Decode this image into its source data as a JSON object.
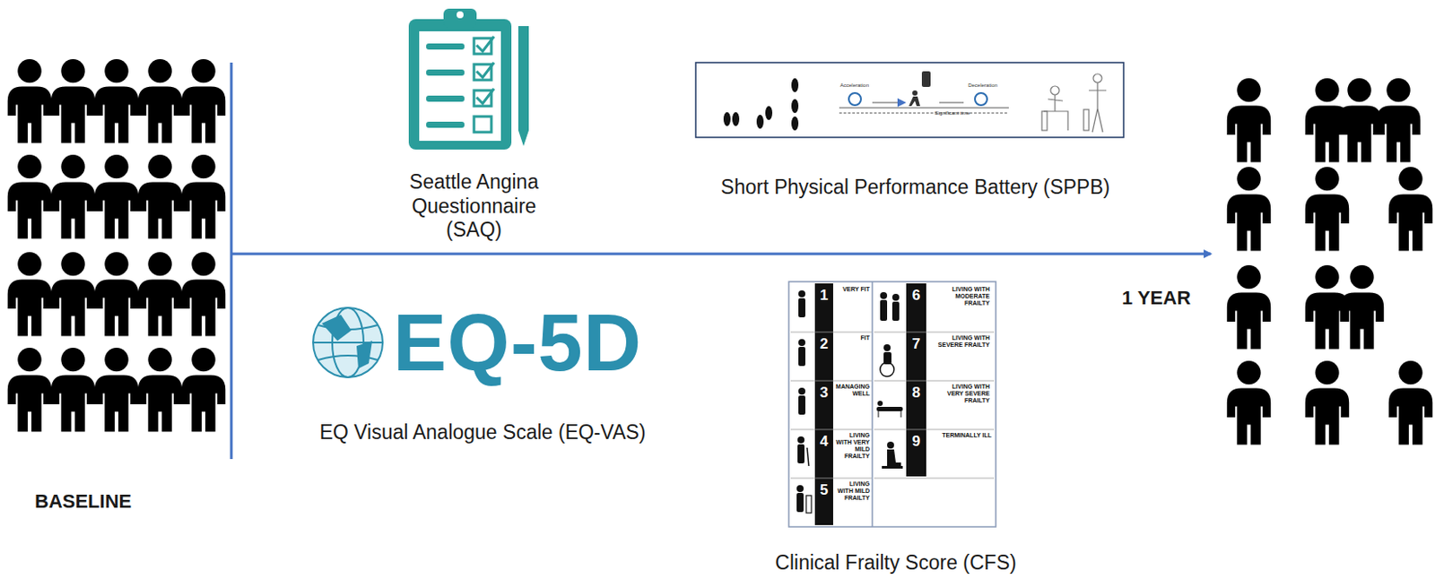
{
  "diagram": {
    "labels": [
      "Seattle Angina Questionnaire (SAQ)",
      "Short Physical Performance Battery (SPPB)",
      "EQ-5D",
      "EQ Visual Analogue Scale (EQ-VAS)",
      "Clinical Frailty Score (CFS)",
      "BASELINE",
      "1 YEAR",
      "1",
      "VERY FIT",
      "2",
      "FIT",
      "3",
      "MANAGING WELL",
      "4",
      "LIVING WITH VERY MILD FRAILTY",
      "5",
      "LIVING WITH MILD FRAILTY",
      "6",
      "LIVING WITH MODERATE FRAILTY",
      "7",
      "LIVING WITH SEVERE FRAILTY",
      "8",
      "LIVING WITH VERY SEVERE FRAILTY",
      "9",
      "TERMINALLY ILL",
      "Acceleration",
      "Significant time",
      "Deceleration"
    ]
  }
}
